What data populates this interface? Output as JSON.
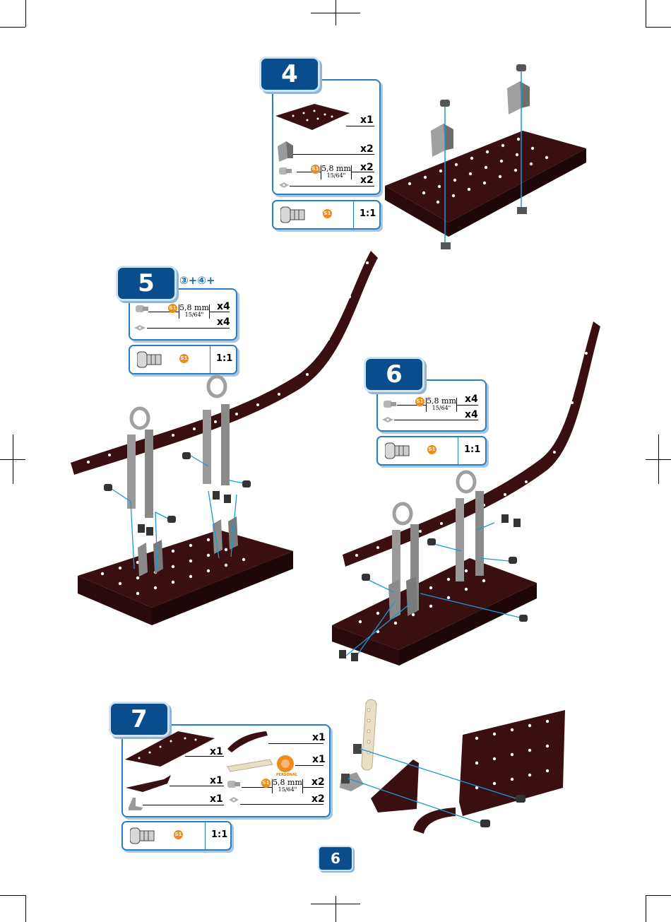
{
  "page": {
    "number": "6"
  },
  "steps": [
    {
      "number": "4",
      "parts": [
        {
          "qty": "x1"
        },
        {
          "qty": "x2"
        },
        {
          "qty": "x2",
          "screw": "S1",
          "mm": "5,8 mm",
          "inch": "15/64\""
        },
        {
          "qty": "x2"
        }
      ],
      "scale": {
        "code": "S1",
        "ratio": "1:1"
      }
    },
    {
      "number": "5",
      "prereq": "③+④+",
      "parts": [
        {
          "qty": "x4",
          "screw": "S1",
          "mm": "5,8 mm",
          "inch": "15/64\""
        },
        {
          "qty": "x4"
        }
      ],
      "scale": {
        "code": "S1",
        "ratio": "1:1"
      }
    },
    {
      "number": "6",
      "parts": [
        {
          "qty": "x4",
          "screw": "S1",
          "mm": "5,8 mm",
          "inch": "15/64\""
        },
        {
          "qty": "x4"
        }
      ],
      "scale": {
        "code": "S1",
        "ratio": "1:1"
      }
    },
    {
      "number": "7",
      "parts": [
        {
          "qty": "x1"
        },
        {
          "qty": "x1"
        },
        {
          "qty": "x1",
          "badge": "PERSONAL"
        },
        {
          "qty": "x1"
        },
        {
          "qty": "x2",
          "screw": "S1",
          "mm": "5,8 mm",
          "inch": "15/64\""
        },
        {
          "qty": "x1"
        },
        {
          "qty": "x2"
        }
      ],
      "scale": {
        "code": "S1",
        "ratio": "1:1"
      }
    }
  ],
  "colors": {
    "accent": "#0a4d8c",
    "panel_border": "#2b7ec1",
    "plate": "#3a0f12",
    "guide": "#1a9ad6",
    "marker": "#f08a1a"
  }
}
